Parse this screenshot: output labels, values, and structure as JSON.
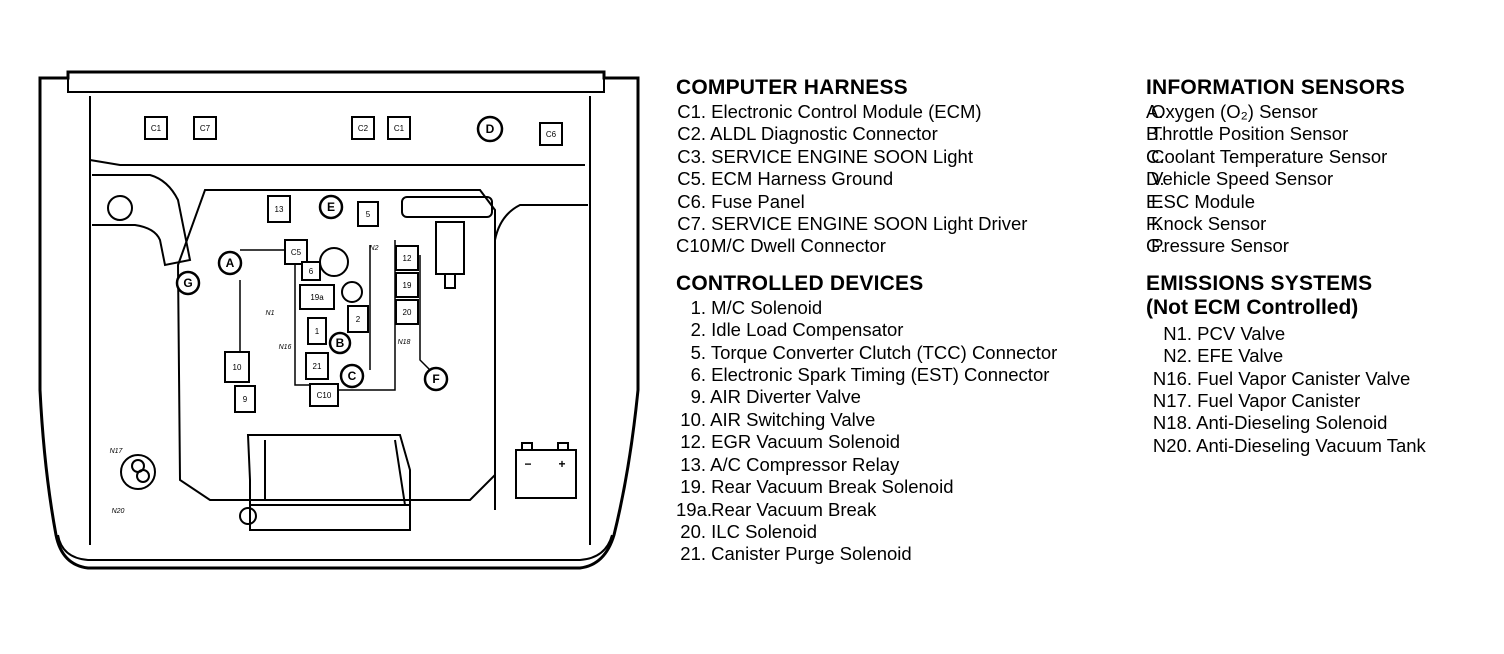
{
  "computer_harness": {
    "title": "COMPUTER HARNESS",
    "items": [
      {
        "code": "C1.",
        "label": "Electronic Control Module (ECM)"
      },
      {
        "code": "C2.",
        "label": "ALDL Diagnostic Connector"
      },
      {
        "code": "C3.",
        "label": "SERVICE ENGINE SOON Light"
      },
      {
        "code": "C5.",
        "label": "ECM Harness Ground"
      },
      {
        "code": "C6.",
        "label": "Fuse Panel"
      },
      {
        "code": "C7.",
        "label": "SERVICE ENGINE SOON Light Driver"
      },
      {
        "code": "C10.",
        "label": "M/C Dwell Connector"
      }
    ]
  },
  "controlled_devices": {
    "title": "CONTROLLED DEVICES",
    "items": [
      {
        "code": "1.",
        "label": "M/C Solenoid"
      },
      {
        "code": "2.",
        "label": "Idle Load Compensator"
      },
      {
        "code": "5.",
        "label": "Torque Converter Clutch (TCC) Connector"
      },
      {
        "code": "6.",
        "label": "Electronic Spark Timing (EST) Connector"
      },
      {
        "code": "9.",
        "label": "AIR Diverter Valve"
      },
      {
        "code": "10.",
        "label": "AIR Switching Valve"
      },
      {
        "code": "12.",
        "label": "EGR Vacuum Solenoid"
      },
      {
        "code": "13.",
        "label": "A/C Compressor Relay"
      },
      {
        "code": "19.",
        "label": "Rear Vacuum Break Solenoid"
      },
      {
        "code": "19a.",
        "label": "Rear Vacuum Break"
      },
      {
        "code": "20.",
        "label": "ILC Solenoid"
      },
      {
        "code": "21.",
        "label": "Canister Purge Solenoid"
      }
    ]
  },
  "information_sensors": {
    "title": "INFORMATION SENSORS",
    "items": [
      {
        "code": "A.",
        "label": "Oxygen (O₂) Sensor"
      },
      {
        "code": "B.",
        "label": "Throttle Position Sensor"
      },
      {
        "code": "C.",
        "label": "Coolant Temperature Sensor"
      },
      {
        "code": "D.",
        "label": "Vehicle Speed Sensor"
      },
      {
        "code": "E.",
        "label": "ESC Module"
      },
      {
        "code": "F.",
        "label": "Knock Sensor"
      },
      {
        "code": "G.",
        "label": "Pressure Sensor"
      }
    ]
  },
  "emissions_systems": {
    "title": "EMISSIONS SYSTEMS",
    "subtitle": "(Not ECM Controlled)",
    "items": [
      {
        "code": "N1.",
        "label": "PCV Valve"
      },
      {
        "code": "N2.",
        "label": "EFE Valve"
      },
      {
        "code": "N16.",
        "label": "Fuel Vapor Canister Valve"
      },
      {
        "code": "N17.",
        "label": "Fuel Vapor Canister"
      },
      {
        "code": "N18.",
        "label": "Anti-Dieseling Solenoid"
      },
      {
        "code": "N20.",
        "label": "Anti-Dieseling Vacuum Tank"
      }
    ]
  },
  "diagram_labels": {
    "c1a": "C1",
    "c7": "C7",
    "c2": "C2",
    "c1b": "C1",
    "c6": "C6",
    "c5": "C5",
    "c10": "C10",
    "n13": "13",
    "n5": "5",
    "n6": "6",
    "n19a": "19a",
    "n1": "1",
    "n2": "2",
    "n12": "12",
    "n19": "19",
    "n20": "20",
    "n10": "10",
    "n9": "9",
    "n21": "21",
    "sA": "A",
    "sB": "B",
    "sC": "C",
    "sD": "D",
    "sE": "E",
    "sF": "F",
    "sG": "G",
    "N1": "N1",
    "N2": "N2",
    "N16": "N16",
    "N18": "N18",
    "N17": "N17",
    "N20": "N20",
    "minus": "−",
    "plus": "+"
  }
}
